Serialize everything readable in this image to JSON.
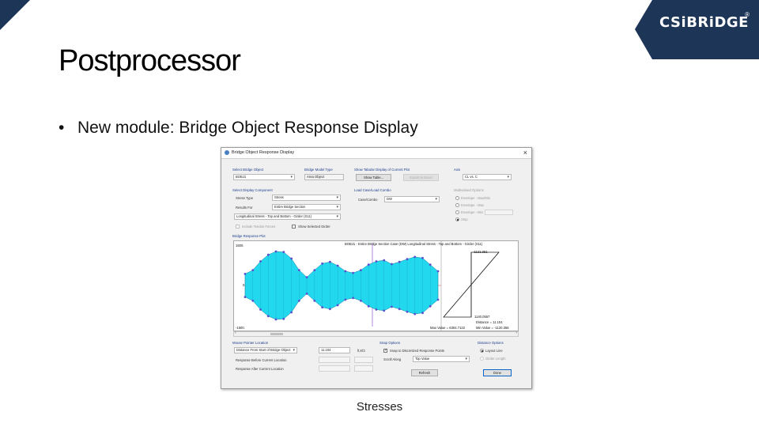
{
  "slide": {
    "title": "Postprocessor",
    "bullet": "New module: Bridge Object Response Display",
    "caption": "Stresses",
    "brand": "CSiBRiDGE",
    "brand_registered": "®",
    "colors": {
      "brand_bg": "#1d3557",
      "fill": "#22d8ee",
      "point": "#5b4fcf"
    }
  },
  "dialog": {
    "title": "Bridge Object Response Display",
    "close_icon": "close-icon",
    "select_bridge_object": {
      "label": "Select Bridge Object",
      "value": "BOBJ1"
    },
    "bridge_model_type": {
      "label": "Bridge Model Type",
      "value": "Area Object"
    },
    "tabular": {
      "label": "Show Tabular Display of Current Plot",
      "show_button": "Show Table...",
      "export_button": "Export to Excel"
    },
    "axis": {
      "label": "Axis",
      "value": "CL vs. C"
    },
    "display_component": {
      "label": "Select Display Component",
      "stress_type_label": "Stress Type",
      "stress_type": "Stress",
      "results_for_label": "Results For",
      "results_for": "Entire Bridge Section",
      "component": "Longitudinal Stress - Top and Bottom - Girder (S11)",
      "include_tendons": "Include Tendon Forces",
      "show_selected_girder": "Show Selected Girder"
    },
    "load_case": {
      "label": "Load Case/Load Combo",
      "case_combo_label": "Case/Combo",
      "case_combo": "DW"
    },
    "multivalued": {
      "label": "Multivalued Options",
      "options": [
        "Envelope - Max/Min",
        "Envelope - Max",
        "Envelope - Min",
        "Step"
      ]
    },
    "plot": {
      "label": "Bridge Response Plot",
      "header": "BOBJ1 - Entire Bridge Section   Case (DW)   Longitudinal Stress - Top and Bottom - Girder (S11)",
      "y_top": "1500.",
      "y_mid": "0.",
      "y_bot": "-1500.",
      "section_top": "-1121.351",
      "section_bot": "1140.0557",
      "distance": "Distance = 11.104",
      "max_value": "Max Value = 6304.7122",
      "min_value": "Min Value = -1120.356"
    },
    "probe": {
      "label": "Mouse Pointer Location",
      "location_type": "Distance From Start of Bridge Object",
      "distance_value": "11.104",
      "units": "ft,Kf2",
      "before_label": "Response Before Current Location",
      "after_label": "Response After Current Location"
    },
    "snap": {
      "label": "Snap Options",
      "snap_points": "Snap to Discretized Response Points",
      "scroll_label": "Scroll Along",
      "scroll_value": "Top Value",
      "refresh": "Refresh"
    },
    "distance_options": {
      "label": "Distance Options",
      "layout_line": "Layout Line",
      "girder_length": "Girder Length"
    },
    "done": "Done"
  },
  "chart_data": {
    "type": "area",
    "title": "BOBJ1 - Entire Bridge Section   Case (DW)   Longitudinal Stress - Top and Bottom - Girder (S11)",
    "ylim": [
      -1500,
      1500
    ],
    "ytick_labels": [
      "1500.",
      "0.",
      "-1500."
    ],
    "x": [
      0,
      4,
      8,
      12,
      16,
      20,
      24,
      28,
      32,
      36,
      40,
      44,
      48,
      52,
      56,
      60,
      64,
      68,
      72,
      76,
      80,
      84,
      88,
      92,
      96,
      100
    ],
    "series": [
      {
        "values": [
          420,
          560,
          880,
          1120,
          1240,
          1220,
          980,
          560,
          300,
          560,
          800,
          860,
          720,
          520,
          460,
          560,
          760,
          880,
          920,
          780,
          860,
          960,
          1040,
          1000,
          760,
          520
        ]
      },
      {
        "values": [
          -420,
          -560,
          -880,
          -1120,
          -1240,
          -1220,
          -980,
          -560,
          -300,
          -560,
          -800,
          -860,
          -720,
          -520,
          -460,
          -560,
          -760,
          -880,
          -920,
          -780,
          -860,
          -960,
          -1040,
          -1000,
          -760,
          -520
        ]
      }
    ],
    "section_values": [
      -1121.351,
      1140.0557
    ]
  }
}
